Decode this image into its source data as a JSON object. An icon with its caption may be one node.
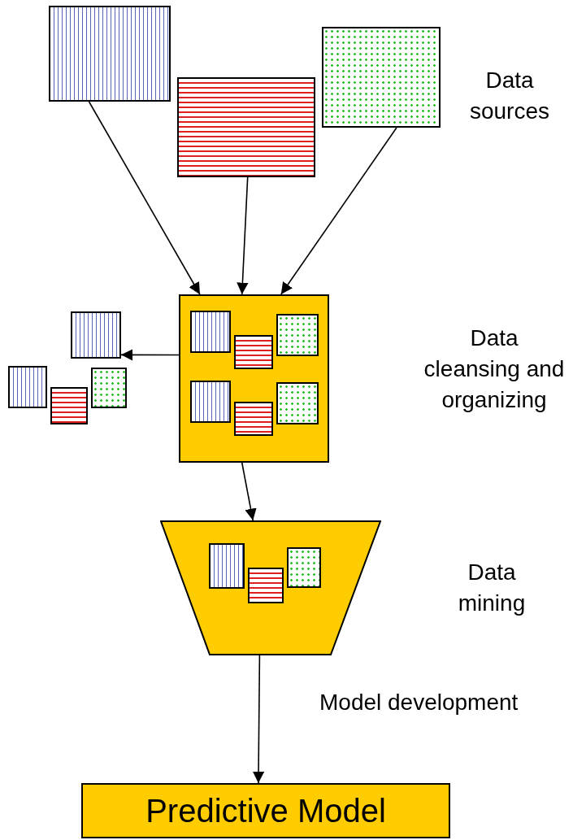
{
  "diagram": {
    "nodes": [
      {
        "text": [],
        "shape": "box"
      },
      {
        "text": [],
        "shape": "box"
      },
      {
        "text": [],
        "shape": "box"
      },
      {
        "text": [],
        "shape": "box"
      },
      {
        "text": [],
        "shape": "box"
      },
      {
        "text": [],
        "shape": "box"
      },
      {
        "text": [],
        "shape": "box"
      },
      {
        "text": [],
        "shape": "box"
      },
      {
        "text": [],
        "shape": "box",
        "in": 7
      },
      {
        "text": [],
        "shape": "box",
        "in": 7
      },
      {
        "text": [],
        "shape": "box",
        "in": 7
      },
      {
        "text": [],
        "shape": "box",
        "in": 7
      },
      {
        "text": [],
        "shape": "box",
        "in": 7
      },
      {
        "text": [],
        "shape": "box",
        "in": 7
      },
      {
        "text": [],
        "shape": "trapezoid"
      },
      {
        "text": [],
        "shape": "box",
        "in": 14
      },
      {
        "text": [],
        "shape": "box",
        "in": 14
      },
      {
        "text": [],
        "shape": "box",
        "in": 14
      },
      {
        "text": [
          "Predictive Model"
        ]
      }
    ],
    "edges": [
      {
        "from": 0,
        "to": 7,
        "arrow": "to"
      },
      {
        "from": 1,
        "to": 7,
        "arrow": "to"
      },
      {
        "from": 2,
        "to": 7,
        "arrow": "to"
      },
      {
        "from": 7,
        "to": 3,
        "arrow": "to"
      },
      {
        "from": 7,
        "to": 14,
        "arrow": "to"
      },
      {
        "from": 14,
        "to": 18,
        "label": "Model development",
        "arrow": "to"
      }
    ],
    "labels": [
      "Data sources",
      "Data cleansing and organizing",
      "Data mining"
    ]
  }
}
